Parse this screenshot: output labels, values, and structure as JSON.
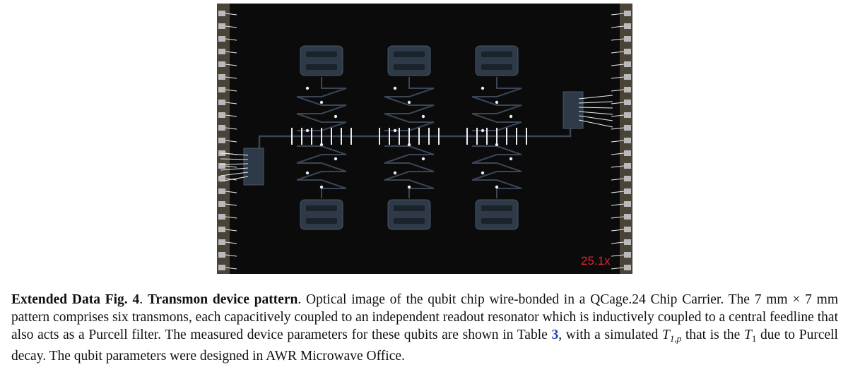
{
  "figure": {
    "scale_label": "25.1x",
    "colors": {
      "background": "#0b0b0b",
      "metal": "#2e3a48",
      "pad": "#d6d8dc",
      "wire": "#e9eef4",
      "carrier": "#bfae8c",
      "label": "#d7282f"
    }
  },
  "caption": {
    "label": "Extended Data Fig. 4",
    "sep1": ". ",
    "title": "Transmon device pattern",
    "sep2": ". ",
    "text1": "Optical image of the qubit chip wire-bonded in a QCage.24 Chip Carrier. The 7 mm × 7 mm pattern comprises six transmons, each capacitively coupled to an independent readout resonator which is inductively coupled to a central feedline that also acts as a Purcell filter. The measured device parameters for these qubits are shown in Table ",
    "table_ref": "3",
    "text2": ", with a simulated ",
    "t_symbol": "T",
    "t_sub": "1,p",
    "text3": " that is the ",
    "t1_symbol": "T",
    "t1_sub": "1",
    "text4": " due to Purcell decay. The qubit parameters were designed in AWR Microwave Office."
  }
}
